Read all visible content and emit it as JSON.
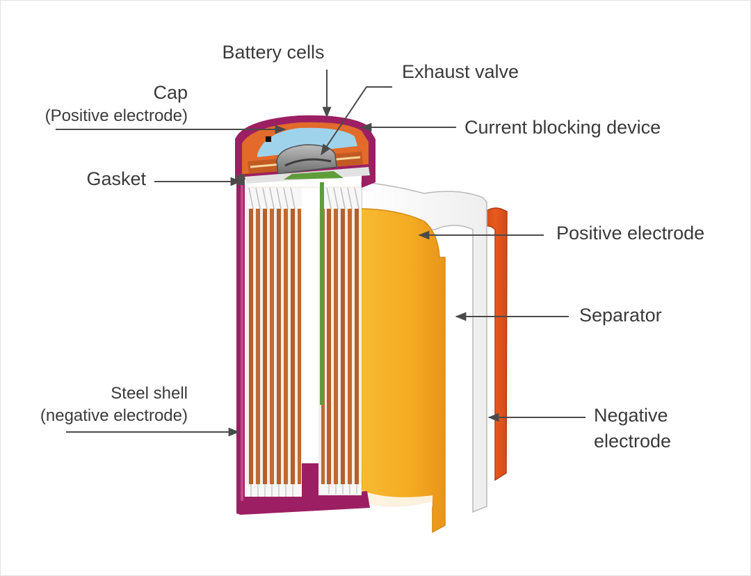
{
  "labels": {
    "battery_cells": "Battery cells",
    "exhaust_valve": "Exhaust valve",
    "cap_line1": "Cap",
    "cap_line2": "(Positive electrode)",
    "current_blocking_device": "Current blocking device",
    "gasket": "Gasket",
    "positive_electrode": "Positive electrode",
    "separator": "Separator",
    "steel_shell_line1": "Steel shell",
    "steel_shell_line2": "(negative electrode)",
    "negative_electrode_line1": "Negative",
    "negative_electrode_line2": "electrode"
  },
  "colors": {
    "shell": "#9c1f63",
    "shell_inner": "#b8377c",
    "copper": "#b5602a",
    "copper_light": "#d9894c",
    "foil_white": "#f1f1f1",
    "positive_sheet": "#f5ae24",
    "negative_sheet": "#e2561c",
    "cap_blue": "#9fd3ec",
    "valve_gray": "#8c8c8c",
    "gasket_orange": "#e26a2a",
    "tab_green": "#5f9d3a",
    "leader": "#4a4a4a"
  }
}
